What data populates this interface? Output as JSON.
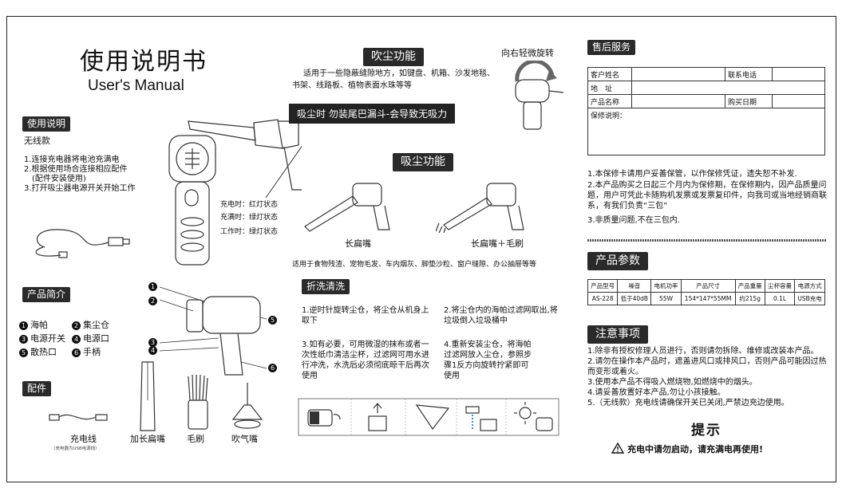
{
  "title": {
    "cn": "使用说明书",
    "en": "User's Manual"
  },
  "usage": {
    "header": "使用说明",
    "model": "无线款",
    "steps": [
      "1.连接充电器将电池充满电",
      "2.根据使用场合连接相应配件",
      "(配件安装使用)",
      "3.打开吸尘器电源开关开始工作"
    ]
  },
  "status": {
    "charging": "充电时：红灯状态",
    "full": "充满时：绿灯状态",
    "working": "工作时：绿灯状态"
  },
  "blow": {
    "header": "吹尘功能",
    "desc1": "适用于一些隐蔽缝隙地方，如键盘、机箱、沙发地毯、",
    "desc2": "书架、线路板、植物表面水珠等等",
    "rotate": "向右轻微旋转"
  },
  "warning_banner": "吸尘时 勿装尾巴漏斗-会导致无吸力",
  "suction": {
    "header": "吸尘功能",
    "label1": "长扁嘴",
    "label2": "长扁嘴＋毛刷",
    "desc": "适用于食物残渣、宠物毛发、车内烟灰、脚垫沙粒、窗户缝隙、办公抽屉等等"
  },
  "product_intro": {
    "header": "产品简介",
    "parts": [
      {
        "num": "1",
        "name": "海帕"
      },
      {
        "num": "2",
        "name": "集尘仓"
      },
      {
        "num": "3",
        "name": "电源开关"
      },
      {
        "num": "4",
        "name": "电源口"
      },
      {
        "num": "5",
        "name": "散热口"
      },
      {
        "num": "6",
        "name": "手柄"
      }
    ]
  },
  "accessories": {
    "header": "配件",
    "items": [
      "充电线",
      "加长扁嘴",
      "毛刷",
      "吹气嘴"
    ],
    "cable_note": "（充电器为USB电源线）"
  },
  "cleaning": {
    "header": "折洗清洗",
    "step1": "1.逆时针旋转尘仓，将尘仓从机身上取下",
    "step2": "2.将尘仓内的海帕过滤网取出,将垃圾倒入垃圾桶中",
    "step3": "3.如有必要，可用微湿的抹布或者一次性纸巾清洁尘杯，过滤网可用水进行冲洗，水洗后必须彻底晾干后再次使用",
    "step4": "4.重新安装尘仓，将海帕过滤网放入尘仓，参照步骤1反方向旋转拧紧即可使用"
  },
  "after_sales": {
    "header": "售后服务",
    "customer": "客户姓名",
    "phone": "联系电话",
    "address": "地　址",
    "product_name": "产品名称",
    "purchase_date": "购买日期",
    "warranty_note": "保修说明：",
    "notes": [
      "1.本保修卡请用户妥善保管，以作保修凭证，遗失恕不补发.",
      "2.本产品购买之日起三个月内为保修期，在保修期内，因产品质量问题，用户可凭此卡随购机发票或发票复印件，向我司或当地经销商联系，有我们负责“三包”",
      "3.非质量问题,不在三包内."
    ]
  },
  "specs": {
    "header": "产品参数",
    "columns": [
      "产品型号",
      "噪音",
      "电机功率",
      "产品尺寸",
      "产品重量",
      "尘杯容量",
      "电源方式"
    ],
    "values": [
      "AS-228",
      "低于40dB",
      "55W",
      "154*147*55MM",
      "约215g",
      "0.1L",
      "USB充电"
    ]
  },
  "cautions": {
    "header": "注意事项",
    "items": [
      "1.除非有授权修理人员进行，否则请勿拆除、维修或改装本产品。",
      "2.请勿在操作本产品时，遮盖进风口或排风口，否则产品可能因过热而变形或着火。",
      "3.使用本产品不得吸入燃烧物,如燃烧中的烟头。",
      "4.请妥善放置好本产品,勿让小孩接触。",
      "5.（无线款）充电线请确保开关已关闭,严禁边充边使用。"
    ]
  },
  "tip": {
    "title": "提示",
    "warning": "充电中请勿启动，请充满电再使用!"
  }
}
